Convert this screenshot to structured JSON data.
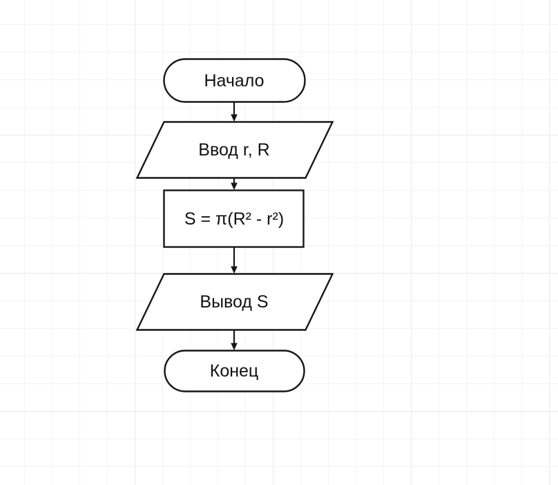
{
  "diagram": {
    "type": "flowchart",
    "language": "ru",
    "nodes": [
      {
        "id": "start",
        "shape": "terminator",
        "label": "Начало"
      },
      {
        "id": "input",
        "shape": "parallelogram",
        "label": "Ввод r, R"
      },
      {
        "id": "process",
        "shape": "rectangle",
        "label": "S = π(R² - r²)"
      },
      {
        "id": "output",
        "shape": "parallelogram",
        "label": "Вывод S"
      },
      {
        "id": "end",
        "shape": "terminator",
        "label": "Конец"
      }
    ],
    "edges": [
      {
        "from": "start",
        "to": "input"
      },
      {
        "from": "input",
        "to": "process"
      },
      {
        "from": "process",
        "to": "output"
      },
      {
        "from": "output",
        "to": "end"
      }
    ],
    "colors": {
      "shape_stroke": "#161616",
      "shape_fill": "#ffffff",
      "text": "#111111",
      "background": "#ffffff",
      "grid_minor": "#f3f3f3",
      "grid_major": "#e9e9e9"
    }
  }
}
